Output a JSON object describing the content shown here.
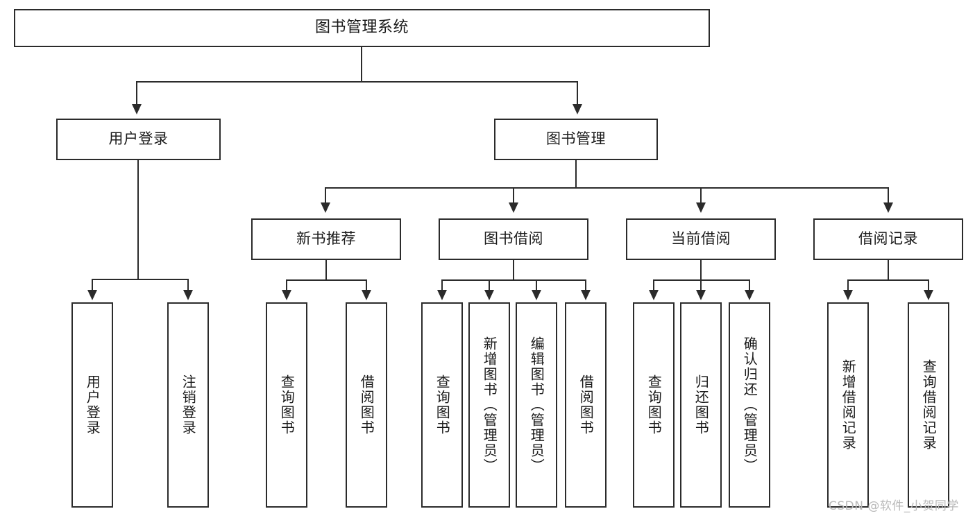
{
  "diagram": {
    "title": "图书管理系统",
    "type": "tree-hierarchy",
    "root": {
      "label": "图书管理系统"
    },
    "level1": [
      {
        "label": "用户登录"
      },
      {
        "label": "图书管理"
      }
    ],
    "level2": [
      {
        "label": "新书推荐"
      },
      {
        "label": "图书借阅"
      },
      {
        "label": "当前借阅"
      },
      {
        "label": "借阅记录"
      }
    ],
    "leaves": {
      "user_login": [
        {
          "label": "用户登录"
        },
        {
          "label": "注销登录"
        }
      ],
      "new_book_recommend": [
        {
          "label": "查询图书"
        },
        {
          "label": "借阅图书"
        }
      ],
      "book_borrow": [
        {
          "label": "查询图书"
        },
        {
          "label": "新增图书（管理员）"
        },
        {
          "label": "编辑图书（管理员）"
        },
        {
          "label": "借阅图书"
        }
      ],
      "current_borrow": [
        {
          "label": "查询图书"
        },
        {
          "label": "归还图书"
        },
        {
          "label": "确认归还（管理员）"
        }
      ],
      "borrow_record": [
        {
          "label": "新增借阅记录"
        },
        {
          "label": "查询借阅记录"
        }
      ]
    }
  },
  "watermark": {
    "text": "CSDN @软件_小贺同学"
  },
  "colors": {
    "stroke": "#2b2b2b",
    "fill": "#ffffff",
    "text": "#1a1a1a",
    "watermark": "#b9b9b9"
  }
}
